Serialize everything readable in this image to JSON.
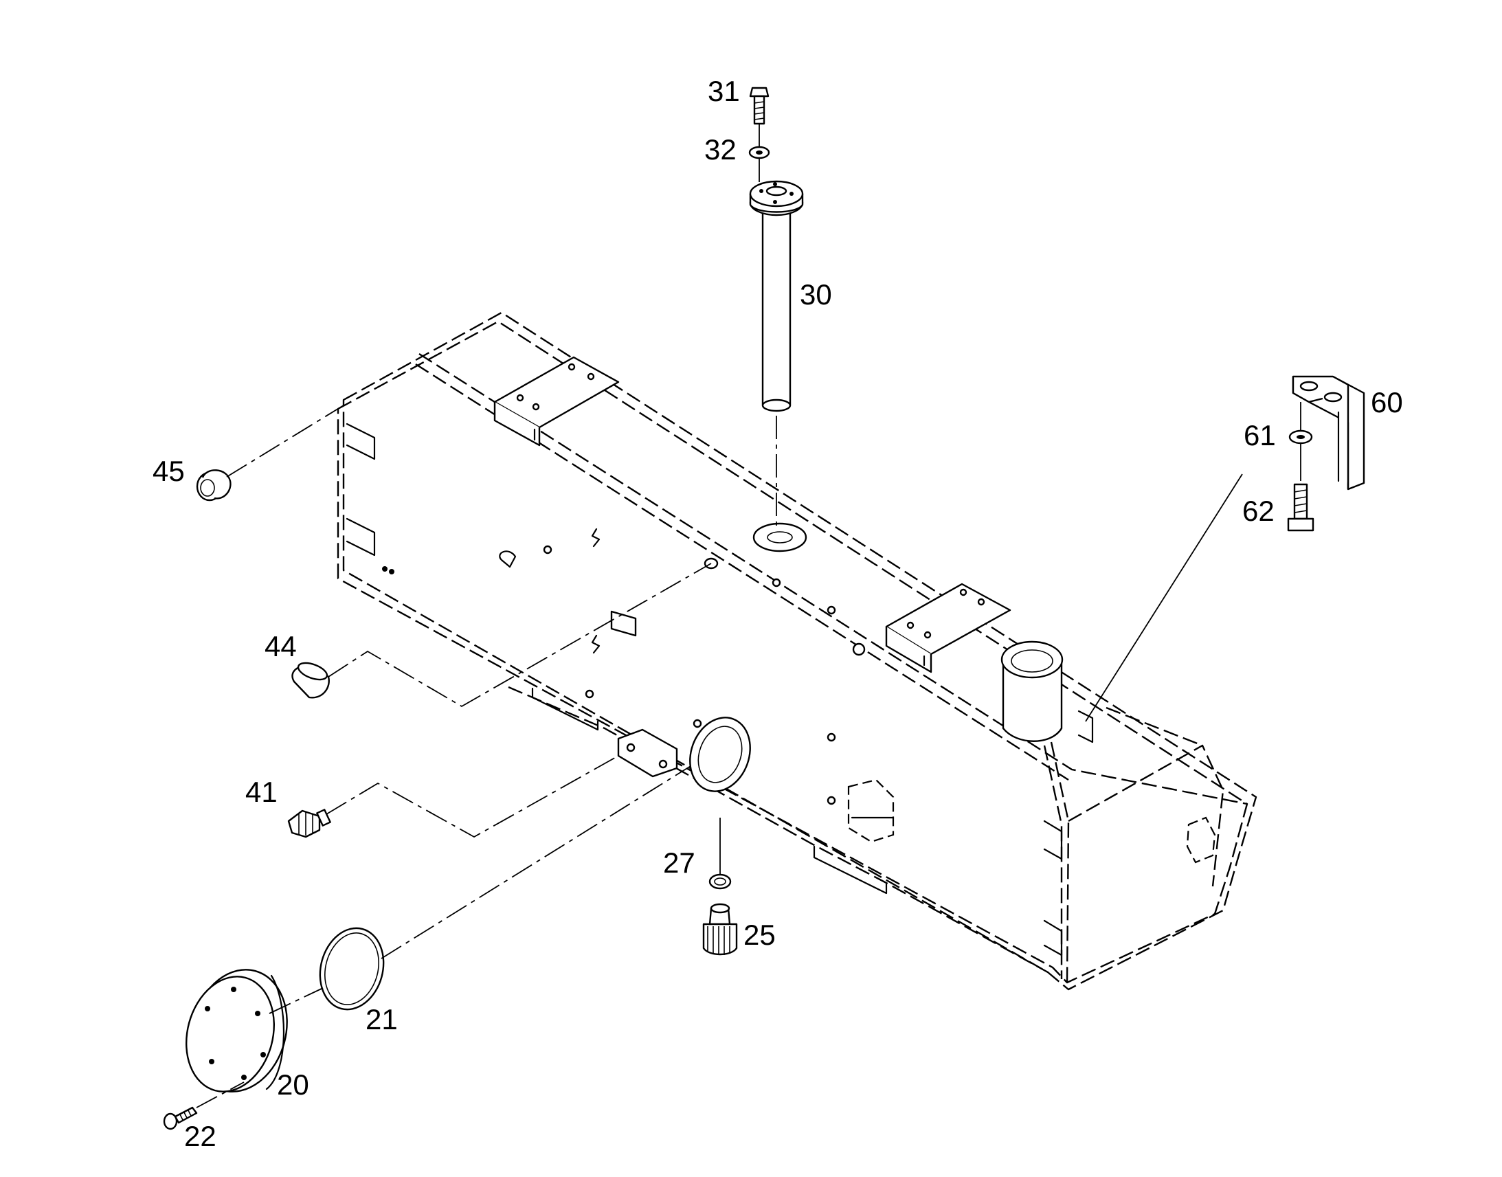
{
  "diagram": {
    "colors": {
      "line": "#000000",
      "background": "#ffffff"
    },
    "callouts": [
      {
        "id": "31",
        "label": "31"
      },
      {
        "id": "32",
        "label": "32"
      },
      {
        "id": "30",
        "label": "30"
      },
      {
        "id": "60",
        "label": "60"
      },
      {
        "id": "61",
        "label": "61"
      },
      {
        "id": "62",
        "label": "62"
      },
      {
        "id": "45",
        "label": "45"
      },
      {
        "id": "44",
        "label": "44"
      },
      {
        "id": "41",
        "label": "41"
      },
      {
        "id": "27",
        "label": "27"
      },
      {
        "id": "25",
        "label": "25"
      },
      {
        "id": "21",
        "label": "21"
      },
      {
        "id": "20",
        "label": "20"
      },
      {
        "id": "22",
        "label": "22"
      }
    ]
  }
}
